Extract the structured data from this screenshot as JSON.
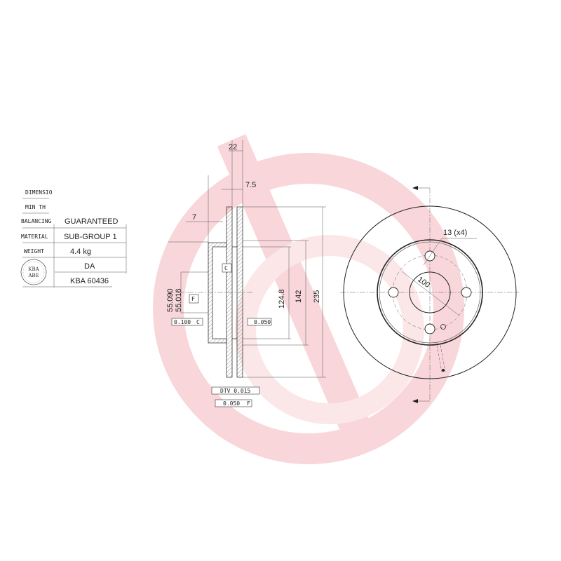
{
  "watermark": {
    "color": "#f7d0d3",
    "name": "brand-logo-watermark"
  },
  "spec_table": {
    "rows": [
      {
        "label": "DIMENSIO",
        "value": ""
      },
      {
        "label": "MIN TH",
        "value": ""
      },
      {
        "label": "BALANCING",
        "value": "GUARANTEED"
      },
      {
        "label": "MATERIAL",
        "value": "SUB-GROUP 1"
      },
      {
        "label": "WEIGHT",
        "value": "4.4 kg"
      },
      {
        "label": "",
        "value": "DA"
      },
      {
        "label": "",
        "value": "KBA 60436"
      }
    ],
    "seal_line1": "KBA",
    "seal_line2": "ABE"
  },
  "side_view": {
    "dim_top": "22",
    "dim_hat": "7.5",
    "dim_flange": "7",
    "bore_max": "55.090",
    "bore_min": "55.016",
    "dia_inner": "124.8",
    "dia_hat": "142",
    "dia_outer": "235",
    "datum_c": "C",
    "datum_f": "F",
    "tol_parallel": "0.100",
    "tol_parallel_ref": "C",
    "tol_flat": "0.050",
    "tol_dtv": "DTV 0.015",
    "tol_runout": "0.050",
    "tol_runout_ref": "F"
  },
  "front_view": {
    "holes_label": "13 (x4)",
    "pcd_label": "100"
  }
}
